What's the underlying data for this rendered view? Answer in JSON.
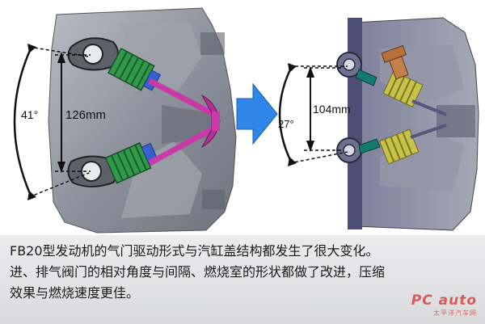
{
  "left_figure": {
    "angle_label": "41°",
    "distance_label": "126mm"
  },
  "right_figure": {
    "angle_label": "27°",
    "distance_label": "104mm"
  },
  "arrow": {
    "color": "#2f86e8"
  },
  "caption": {
    "text": "FB20型发动机的气门驱动形式与汽缸盖结构都发生了很大变化。进、排气阀门的相对角度与间隔、燃烧室的形状都做了改进，压缩效果与燃烧速度更佳。"
  },
  "watermark": {
    "logo": "PC auto",
    "subtitle": "太平洋汽车网"
  }
}
